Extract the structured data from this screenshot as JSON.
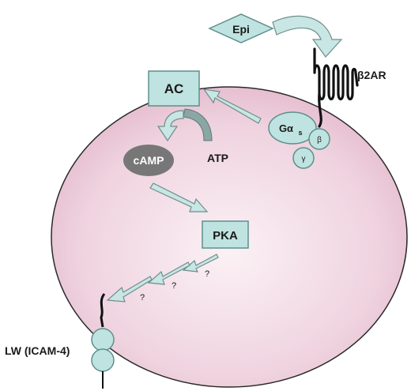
{
  "labels": {
    "epinephrine": "Epi",
    "receptor": "β2AR",
    "adenylyl_cyclase": "AC",
    "g_alpha": "Gα",
    "g_alpha_sub": "s",
    "g_beta": "β",
    "g_gamma": "γ",
    "camp": "cAMP",
    "atp": "ATP",
    "pka": "PKA",
    "question_1": "?",
    "question_2": "?",
    "question_3": "?",
    "lw_protein": "LW (ICAM-4)"
  },
  "colors": {
    "cell_fill": "#e9c3d3",
    "cell_stroke": "#2a2a2a",
    "box_fill": "#bfe3e0",
    "box_stroke": "#5e8f8c",
    "camp_fill": "#777777",
    "arrow_fill": "#c7e6e4",
    "arrow_stroke": "#6e8e8c",
    "atp_arrow_fill": "#8aa7a5"
  }
}
